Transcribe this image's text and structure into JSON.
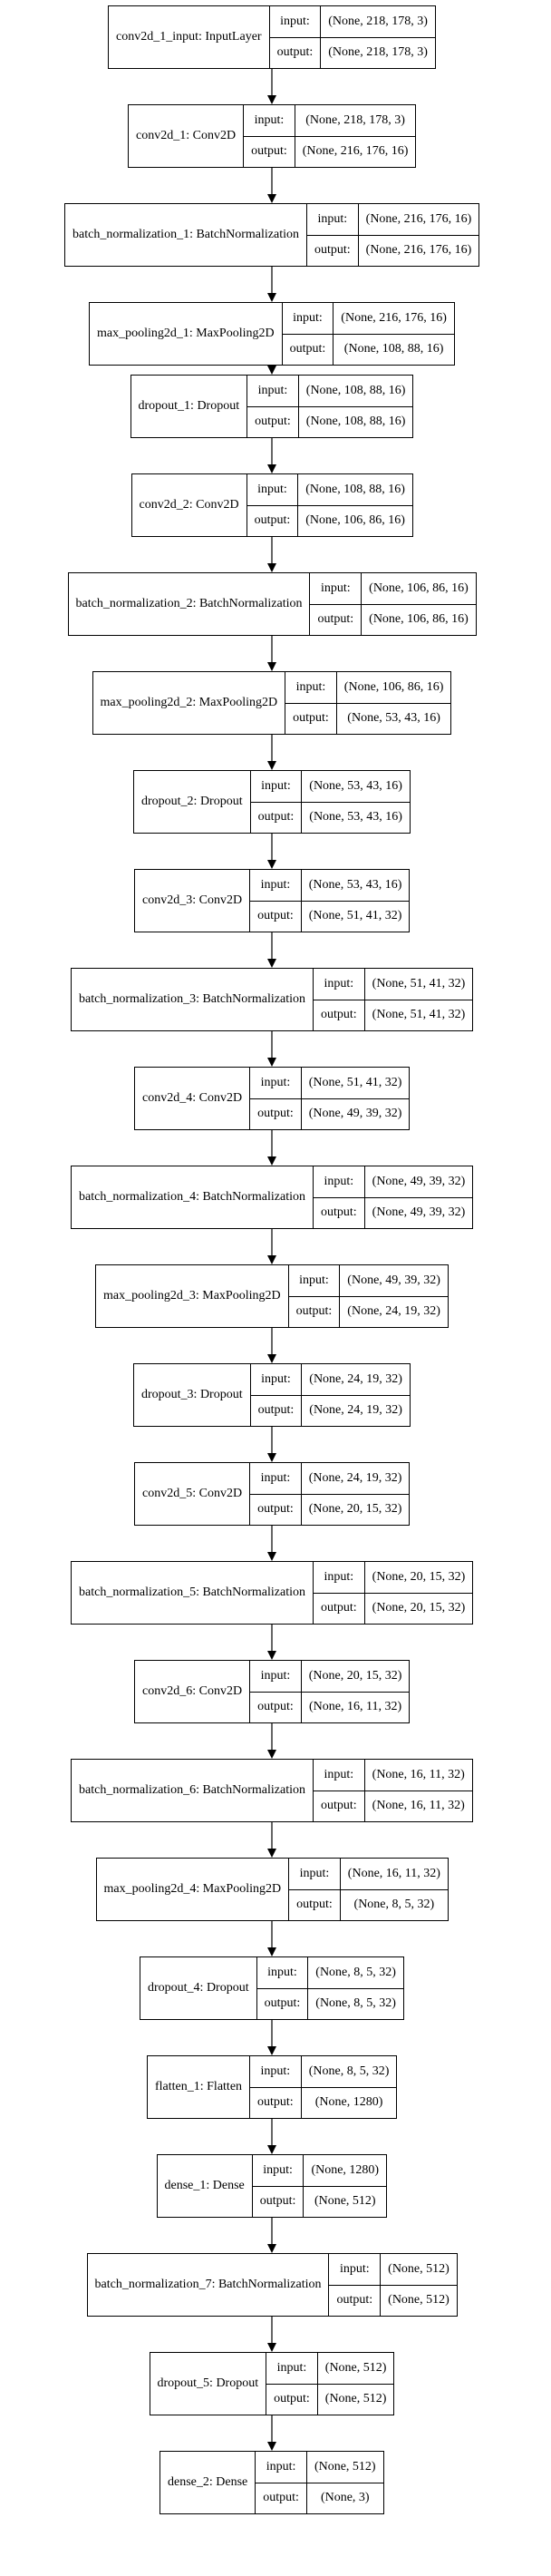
{
  "labels": {
    "input": "input:",
    "output": "output:"
  },
  "layers": [
    {
      "name": "conv2d_1_input: InputLayer",
      "input": "(None, 218, 178, 3)",
      "output": "(None, 218, 178, 3)"
    },
    {
      "name": "conv2d_1: Conv2D",
      "input": "(None, 218, 178, 3)",
      "output": "(None, 216, 176, 16)"
    },
    {
      "name": "batch_normalization_1: BatchNormalization",
      "input": "(None, 216, 176, 16)",
      "output": "(None, 216, 176, 16)"
    },
    {
      "name": "max_pooling2d_1: MaxPooling2D",
      "input": "(None, 216, 176, 16)",
      "output": "(None, 108, 88, 16)"
    },
    {
      "name": "dropout_1: Dropout",
      "input": "(None, 108, 88, 16)",
      "output": "(None, 108, 88, 16)"
    },
    {
      "name": "conv2d_2: Conv2D",
      "input": "(None, 108, 88, 16)",
      "output": "(None, 106, 86, 16)"
    },
    {
      "name": "batch_normalization_2: BatchNormalization",
      "input": "(None, 106, 86, 16)",
      "output": "(None, 106, 86, 16)"
    },
    {
      "name": "max_pooling2d_2: MaxPooling2D",
      "input": "(None, 106, 86, 16)",
      "output": "(None, 53, 43, 16)"
    },
    {
      "name": "dropout_2: Dropout",
      "input": "(None, 53, 43, 16)",
      "output": "(None, 53, 43, 16)"
    },
    {
      "name": "conv2d_3: Conv2D",
      "input": "(None, 53, 43, 16)",
      "output": "(None, 51, 41, 32)"
    },
    {
      "name": "batch_normalization_3: BatchNormalization",
      "input": "(None, 51, 41, 32)",
      "output": "(None, 51, 41, 32)"
    },
    {
      "name": "conv2d_4: Conv2D",
      "input": "(None, 51, 41, 32)",
      "output": "(None, 49, 39, 32)"
    },
    {
      "name": "batch_normalization_4: BatchNormalization",
      "input": "(None, 49, 39, 32)",
      "output": "(None, 49, 39, 32)"
    },
    {
      "name": "max_pooling2d_3: MaxPooling2D",
      "input": "(None, 49, 39, 32)",
      "output": "(None, 24, 19, 32)"
    },
    {
      "name": "dropout_3: Dropout",
      "input": "(None, 24, 19, 32)",
      "output": "(None, 24, 19, 32)"
    },
    {
      "name": "conv2d_5: Conv2D",
      "input": "(None, 24, 19, 32)",
      "output": "(None, 20, 15, 32)"
    },
    {
      "name": "batch_normalization_5: BatchNormalization",
      "input": "(None, 20, 15, 32)",
      "output": "(None, 20, 15, 32)"
    },
    {
      "name": "conv2d_6: Conv2D",
      "input": "(None, 20, 15, 32)",
      "output": "(None, 16, 11, 32)"
    },
    {
      "name": "batch_normalization_6: BatchNormalization",
      "input": "(None, 16, 11, 32)",
      "output": "(None, 16, 11, 32)"
    },
    {
      "name": "max_pooling2d_4: MaxPooling2D",
      "input": "(None, 16, 11, 32)",
      "output": "(None, 8, 5, 32)"
    },
    {
      "name": "dropout_4: Dropout",
      "input": "(None, 8, 5, 32)",
      "output": "(None, 8, 5, 32)"
    },
    {
      "name": "flatten_1: Flatten",
      "input": "(None, 8, 5, 32)",
      "output": "(None, 1280)"
    },
    {
      "name": "dense_1: Dense",
      "input": "(None, 1280)",
      "output": "(None, 512)"
    },
    {
      "name": "batch_normalization_7: BatchNormalization",
      "input": "(None, 512)",
      "output": "(None, 512)"
    },
    {
      "name": "dropout_5: Dropout",
      "input": "(None, 512)",
      "output": "(None, 512)"
    },
    {
      "name": "dense_2: Dense",
      "input": "(None, 512)",
      "output": "(None, 3)"
    }
  ]
}
